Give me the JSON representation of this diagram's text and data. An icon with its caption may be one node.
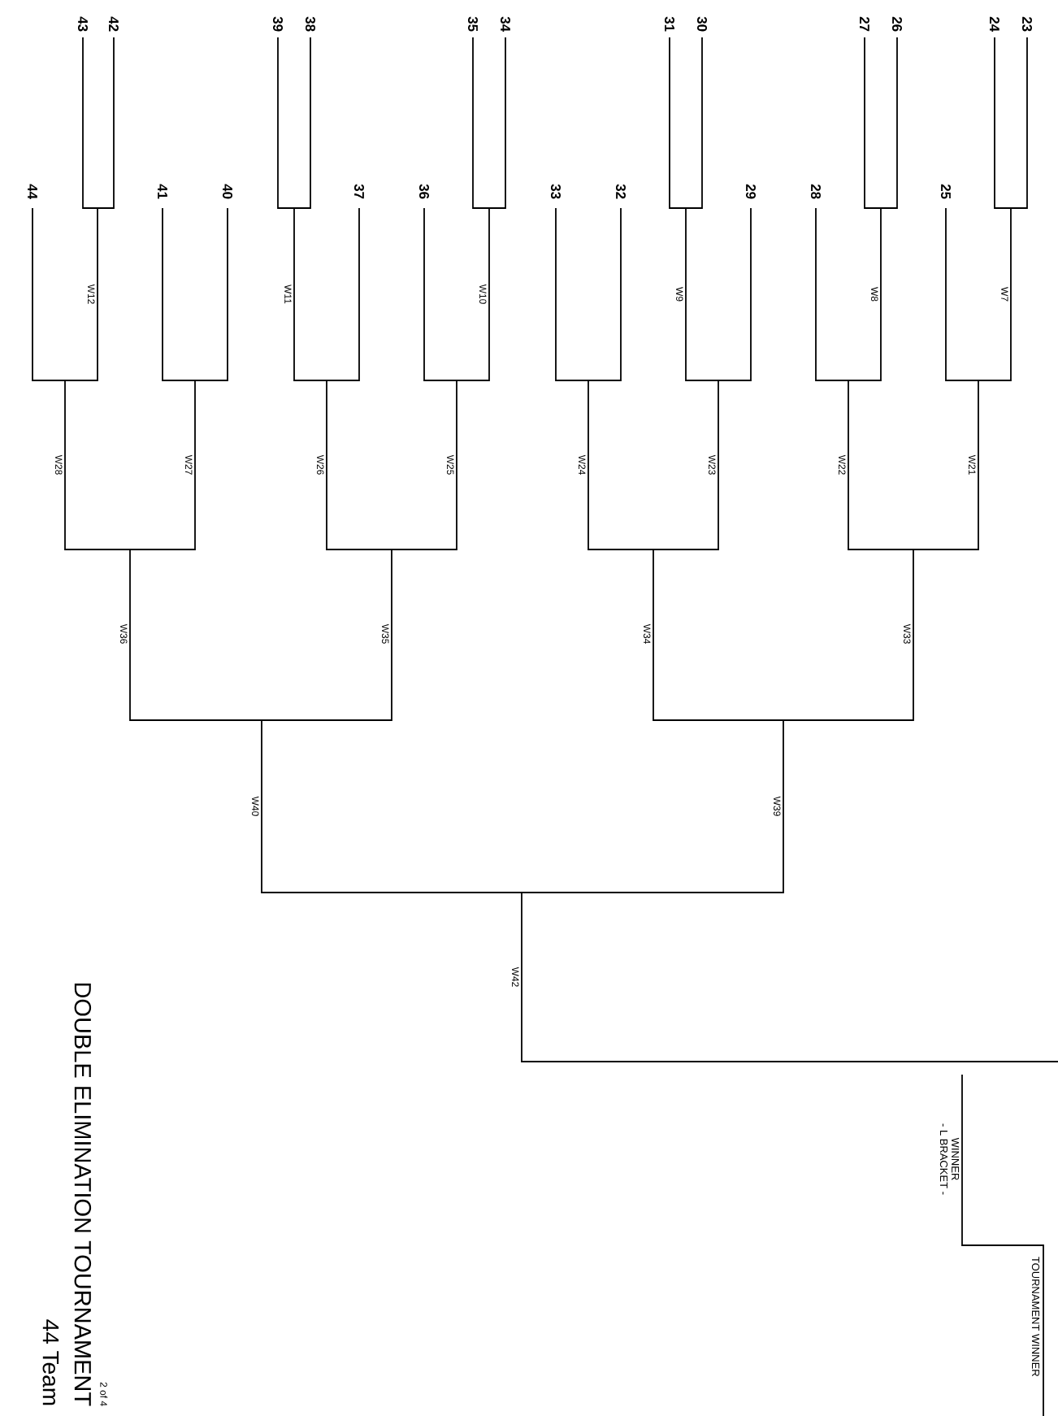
{
  "diagram": {
    "title": "DOUBLE ELIMINATION TOURNAMENT",
    "labels": [
      "23",
      "24",
      "25",
      "26",
      "27",
      "28",
      "29",
      "30",
      "31",
      "32",
      "33",
      "34",
      "35",
      "36",
      "37",
      "38",
      "39",
      "40",
      "41",
      "42",
      "43",
      "44",
      "W7",
      "W8",
      "W9",
      "W10",
      "W11",
      "W12",
      "W21",
      "W22",
      "W23",
      "W24",
      "W25",
      "W26",
      "W27",
      "W28",
      "W33",
      "W34",
      "W35",
      "W36",
      "W39",
      "W40",
      "W42",
      "WINNER",
      "- L BRACKET -",
      "TOURNAMENT WINNER",
      "44 Team",
      "2 of 4"
    ]
  }
}
